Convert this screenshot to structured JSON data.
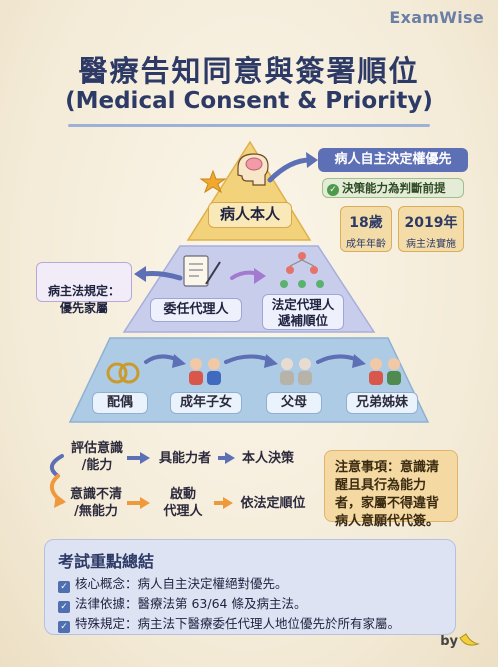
{
  "brand": "ExamWise",
  "title_zh": "醫療告知同意與簽署順位",
  "title_en": "(Medical Consent & Priority)",
  "top": {
    "label": "病人本人",
    "callout": "病人自主決定權優先",
    "check_note": "決策能力為判斷前提",
    "age_box": {
      "value": "18歲",
      "caption": "成年年齡"
    },
    "law_box": {
      "value": "2019年",
      "caption": "病主法實施"
    }
  },
  "middle": {
    "left_note": "病主法規定：\n優先家屬",
    "agent": "委任代理人",
    "legal_agent_1": "法定代理人",
    "legal_agent_2": "遞補順位"
  },
  "bottom": {
    "items": [
      "配偶",
      "成年子女",
      "父母",
      "兄弟姊妹"
    ]
  },
  "flow": {
    "row1": {
      "start_1": "評估意識",
      "start_2": "/能力",
      "mid": "具能力者",
      "end": "本人決策"
    },
    "row2": {
      "start_1": "意識不清",
      "start_2": "/無能力",
      "mid_1": "啟動",
      "mid_2": "代理人",
      "end": "依法定順位"
    }
  },
  "notice": "注意事項：意識清醒且具行為能力者，家屬不得違背病人意願代代簽。",
  "summary": {
    "title": "考試重點總結",
    "lines": [
      "核心概念：病人自主決定權絕對優先。",
      "法律依據：醫療法第 63/64 條及病主法。",
      "特殊規定：病主法下醫療委任代理人地位優先於所有家屬。"
    ]
  },
  "by_label": "by",
  "colors": {
    "top_tier": "#f2d27a",
    "middle_tier": "#c7cdeb",
    "bottom_tier": "#aecbe6",
    "accent": "#5d6fb5",
    "orange_arrow": "#ee9a3c"
  }
}
